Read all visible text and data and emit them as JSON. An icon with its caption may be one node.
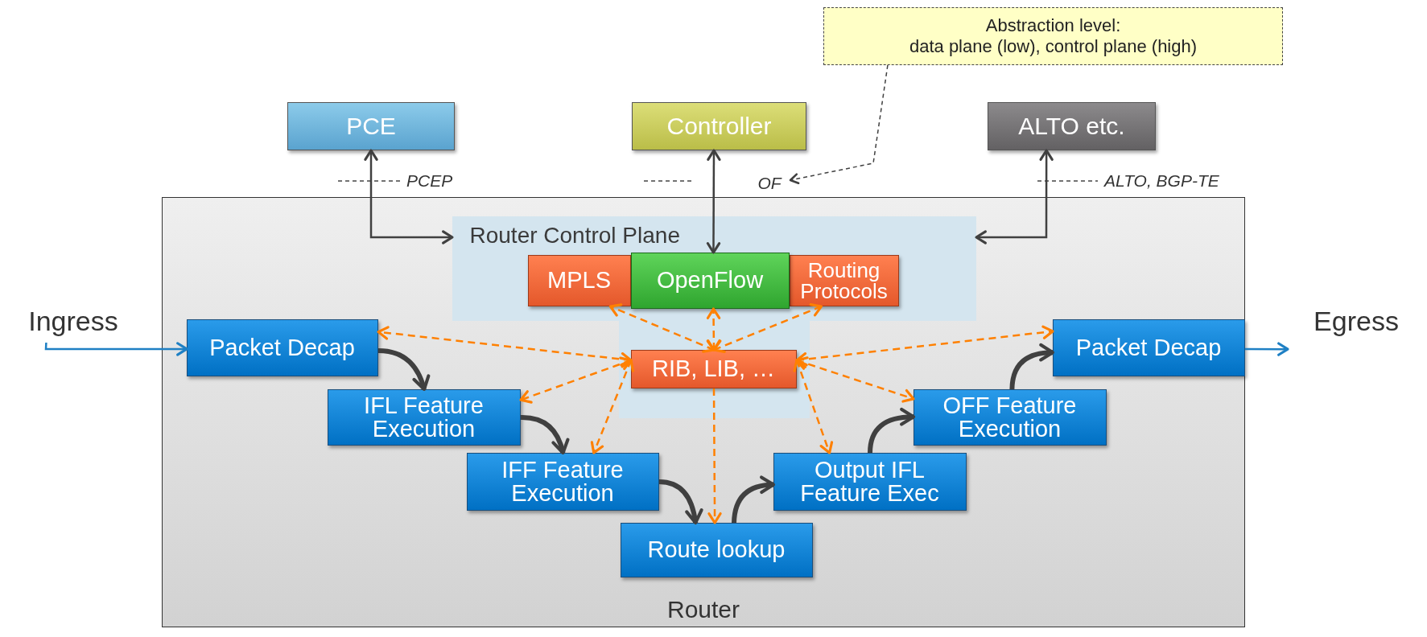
{
  "diagram": {
    "nodes": [
      {
        "text": [
          "Abstraction level:",
          "data plane (low), control plane (high)"
        ]
      },
      {
        "text": [
          "PCE"
        ]
      },
      {
        "text": [
          "Controller"
        ]
      },
      {
        "text": [
          "ALTO etc."
        ]
      },
      {
        "text": [
          "Router"
        ]
      },
      {
        "text": [
          "Router Control Plane"
        ],
        "in": 4
      },
      {
        "text": [
          "MPLS"
        ],
        "in": 5
      },
      {
        "text": [
          "OpenFlow"
        ],
        "in": 5
      },
      {
        "text": [
          "Routing Protocols"
        ],
        "in": 5
      },
      {
        "text": [
          "RIB, LIB, …"
        ],
        "in": 4
      },
      {
        "text": [
          "Packet Decap"
        ],
        "in": 4
      },
      {
        "text": [
          "IFL Feature Execution"
        ],
        "in": 4
      },
      {
        "text": [
          "IFF Feature Execution"
        ],
        "in": 4
      },
      {
        "text": [
          "Route lookup"
        ],
        "in": 4
      },
      {
        "text": [
          "Output IFL Feature Exec"
        ],
        "in": 4
      },
      {
        "text": [
          "OFF Feature Execution"
        ],
        "in": 4
      },
      {
        "text": [
          "Packet Decap"
        ],
        "in": 4
      },
      {
        "text": [
          "Ingress"
        ]
      },
      {
        "text": [
          "Egress"
        ]
      },
      {
        "text": [
          "OF"
        ]
      }
    ],
    "edges": [
      {
        "from": 0,
        "to": 19,
        "arrow": "to",
        "style": "dashed"
      },
      {
        "from": 1,
        "to": 5,
        "arrow": "both"
      },
      {
        "from": 2,
        "to": 7,
        "arrow": "both"
      },
      {
        "from": 3,
        "to": 5,
        "arrow": "both"
      },
      {
        "from": 17,
        "to": 10,
        "arrow": "to",
        "color": "#1f80c4"
      },
      {
        "from": 16,
        "to": 18,
        "arrow": "to",
        "color": "#1f80c4"
      },
      {
        "from": 10,
        "to": 11,
        "arrow": "to",
        "style": "thick"
      },
      {
        "from": 11,
        "to": 12,
        "arrow": "to",
        "style": "thick"
      },
      {
        "from": 12,
        "to": 13,
        "arrow": "to",
        "style": "thick"
      },
      {
        "from": 13,
        "to": 14,
        "arrow": "to",
        "style": "thick"
      },
      {
        "from": 14,
        "to": 15,
        "arrow": "to",
        "style": "thick"
      },
      {
        "from": 15,
        "to": 16,
        "arrow": "to",
        "style": "thick"
      },
      {
        "from": 9,
        "to": 6,
        "arrow": "both",
        "style": "dashed",
        "color": "#ff8000"
      },
      {
        "from": 9,
        "to": 7,
        "arrow": "both",
        "style": "dashed",
        "color": "#ff8000"
      },
      {
        "from": 9,
        "to": 8,
        "arrow": "both",
        "style": "dashed",
        "color": "#ff8000"
      },
      {
        "from": 9,
        "to": 10,
        "arrow": "both",
        "style": "dashed",
        "color": "#ff8000"
      },
      {
        "from": 9,
        "to": 11,
        "arrow": "both",
        "style": "dashed",
        "color": "#ff8000"
      },
      {
        "from": 9,
        "to": 12,
        "arrow": "both",
        "style": "dashed",
        "color": "#ff8000"
      },
      {
        "from": 9,
        "to": 13,
        "arrow": "to",
        "style": "dashed",
        "color": "#ff8000"
      },
      {
        "from": 9,
        "to": 16,
        "arrow": "both",
        "style": "dashed",
        "color": "#ff8000"
      },
      {
        "from": 9,
        "to": 15,
        "arrow": "both",
        "style": "dashed",
        "color": "#ff8000"
      },
      {
        "from": 9,
        "to": 14,
        "arrow": "both",
        "style": "dashed",
        "color": "#ff8000"
      }
    ],
    "labels": [
      "PCEP",
      "ALTO, BGP-TE"
    ]
  }
}
